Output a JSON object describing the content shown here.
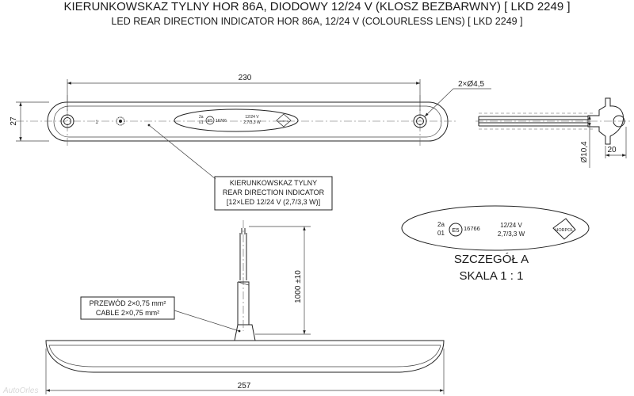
{
  "title": {
    "line1": "KIERUNKOWSKAZ TYLNY HOR 86A, DIODOWY 12/24 V (KLOSZ BEZBARWNY) [ LKD 2249 ]",
    "line2": "LED REAR DIRECTION INDICATOR HOR 86A, 12/24 V (COLOURLESS LENS) [ LKD 2249 ]"
  },
  "dimensions": {
    "length_top": "230",
    "height_left": "27",
    "holes": "2×Ø4,5",
    "diameter": "Ø10,4",
    "depth": "20",
    "cable_length": "1000 ±10",
    "length_bottom": "257"
  },
  "callout_product": {
    "line1": "KIERUNKOWSKAZ TYLNY",
    "line2": "REAR DIRECTION INDICATOR",
    "line3": "[12×LED 12/24 V (2,7/3,3 W)]"
  },
  "callout_cable": {
    "line1": "PRZEWÓD 2×0,75 mm²",
    "line2": "CABLE 2×0,75 mm²"
  },
  "lens_marking": {
    "code_top": "2a",
    "code_bottom": "01",
    "approval_mark": "E5",
    "approval_number": "16766",
    "voltage": "12/24 V",
    "power": "2,7/3,3 W",
    "brand": "HORPOL"
  },
  "detail": {
    "line1": "SZCZEGÓŁ A",
    "line2": "SKALA 1 : 1"
  },
  "markers": {
    "one": "1"
  },
  "watermark": "AutoOrles"
}
